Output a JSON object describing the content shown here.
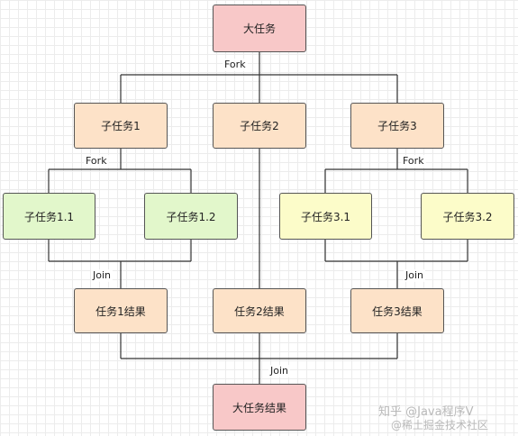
{
  "nodes": {
    "root": "大任务",
    "t1": "子任务1",
    "t2": "子任务2",
    "t3": "子任务3",
    "t11": "子任务1.1",
    "t12": "子任务1.2",
    "t31": "子任务3.1",
    "t32": "子任务3.2",
    "r1": "任务1结果",
    "r2": "任务2结果",
    "r3": "任务3结果",
    "final": "大任务结果"
  },
  "labels": {
    "fork_top": "Fork",
    "fork_left": "Fork",
    "fork_right": "Fork",
    "join_left": "Join",
    "join_right": "Join",
    "join_bottom": "Join"
  },
  "colors": {
    "pink": "#f8c8c8",
    "peach": "#fde2c8",
    "green": "#e2f7cb",
    "yellow": "#fcfcc9"
  },
  "watermark": {
    "line1": "知乎 @Java程序V",
    "line2": "@稀土掘金技术社区"
  }
}
